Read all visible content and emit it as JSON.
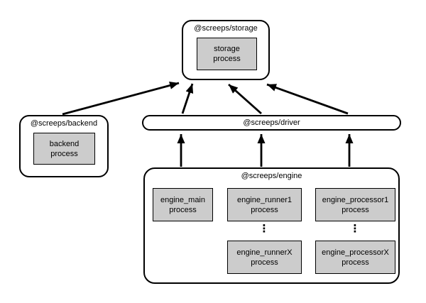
{
  "diagram": {
    "nodes": {
      "storage": {
        "title": "@screeps/storage",
        "process": "storage\nprocess"
      },
      "backend": {
        "title": "@screeps/backend",
        "process": "backend\nprocess"
      },
      "driver": {
        "title": "@screeps/driver"
      },
      "engine": {
        "title": "@screeps/engine",
        "processes": {
          "main": "engine_main\nprocess",
          "runner1": "engine_runner1\nprocess",
          "runnerX": "engine_runnerX\nprocess",
          "processor1": "engine_processor1\nprocess",
          "processorX": "engine_processorX\nprocess"
        },
        "ellipsis": "⋮"
      }
    },
    "edges": [
      {
        "from": "backend",
        "to": "storage"
      },
      {
        "from": "driver",
        "to": "storage"
      },
      {
        "from": "driver",
        "to": "storage"
      },
      {
        "from": "driver",
        "to": "storage"
      },
      {
        "from": "engine",
        "to": "driver"
      },
      {
        "from": "engine",
        "to": "driver"
      },
      {
        "from": "engine",
        "to": "driver"
      }
    ],
    "colors": {
      "background": "#ffffff",
      "border": "#000000",
      "process_fill": "#cccccc",
      "arrow": "#000000"
    }
  }
}
